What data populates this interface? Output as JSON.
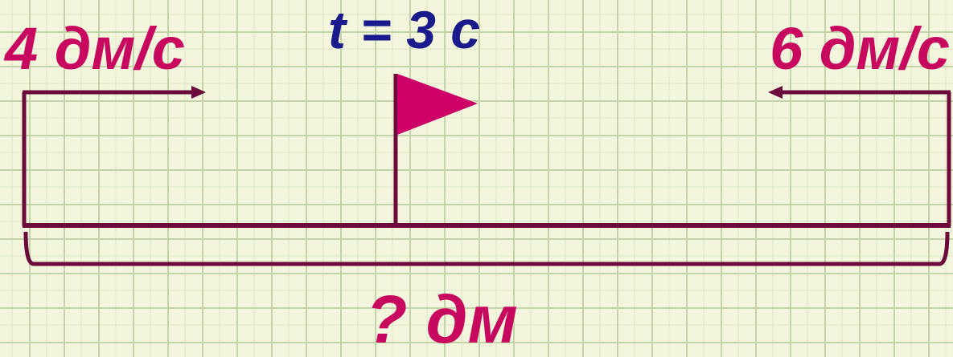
{
  "speed_left": "4 дм/с",
  "speed_right": "6 дм/с",
  "time": "t = 3 с",
  "unknown_distance": "? дм",
  "colors": {
    "line": "#6b0a3b",
    "flag": "#cc0066",
    "speed_text": "#c8085e",
    "time_text": "#1a1a8c",
    "grid": "#c3d4a8",
    "background": "#f3f6dd"
  }
}
